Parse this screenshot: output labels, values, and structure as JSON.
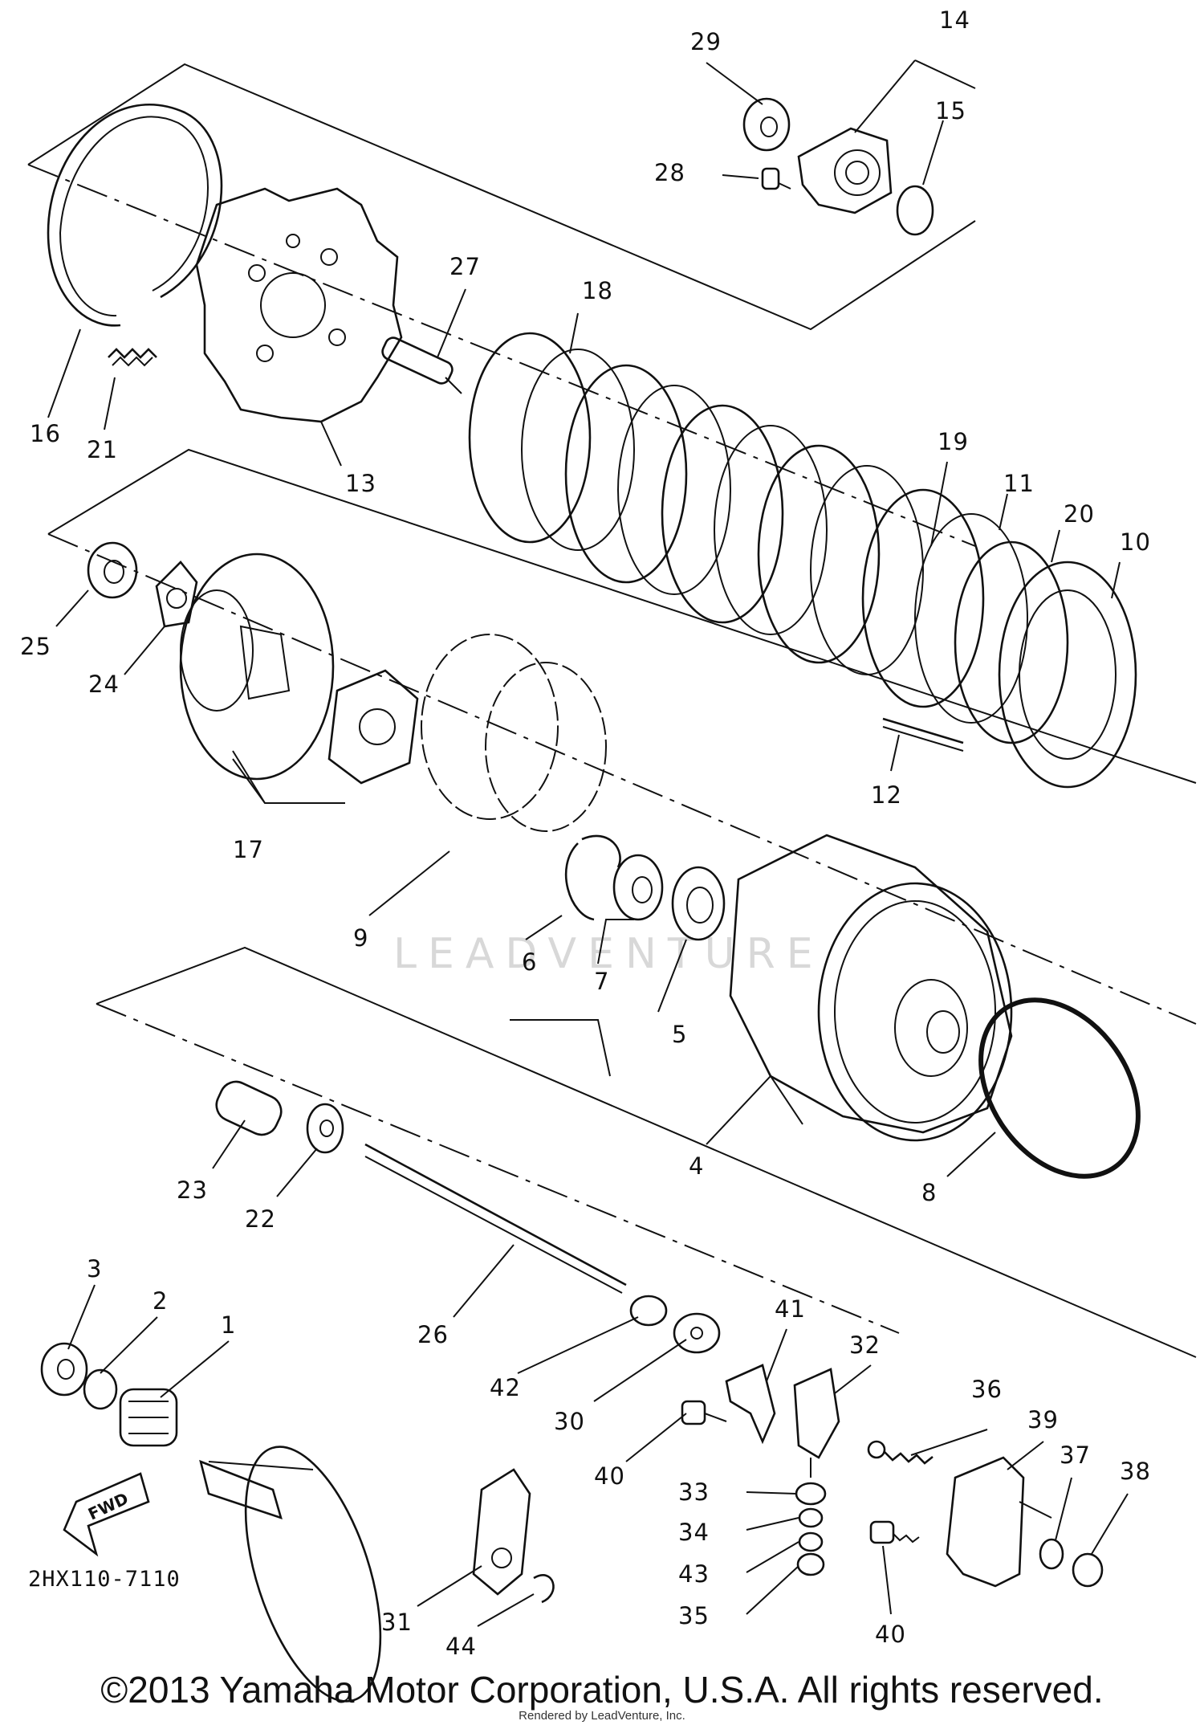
{
  "part_numbers": {
    "p1": "1",
    "p2": "2",
    "p3": "3",
    "p4": "4",
    "p5": "5",
    "p6": "6",
    "p7": "7",
    "p8": "8",
    "p9": "9",
    "p10": "10",
    "p11": "11",
    "p12": "12",
    "p13": "13",
    "p14": "14",
    "p15": "15",
    "p16": "16",
    "p17": "17",
    "p18": "18",
    "p19": "19",
    "p20": "20",
    "p21": "21",
    "p22": "22",
    "p23": "23",
    "p24": "24",
    "p25": "25",
    "p26": "26",
    "p27": "27",
    "p28": "28",
    "p29": "29",
    "p30": "30",
    "p31": "31",
    "p32": "32",
    "p33": "33",
    "p34": "34",
    "p35": "35",
    "p36": "36",
    "p37": "37",
    "p38": "38",
    "p39": "39",
    "p40a": "40",
    "p40b": "40",
    "p41": "41",
    "p42": "42",
    "p43": "43",
    "p44": "44"
  },
  "diagram_code": "2HX110-7110",
  "direction_label": "FWD",
  "watermark": "LEADVENTURE",
  "copyright": "©2013 Yamaha Motor Corporation, U.S.A. All rights reserved.",
  "rendered_by": "Rendered by LeadVenture, Inc."
}
